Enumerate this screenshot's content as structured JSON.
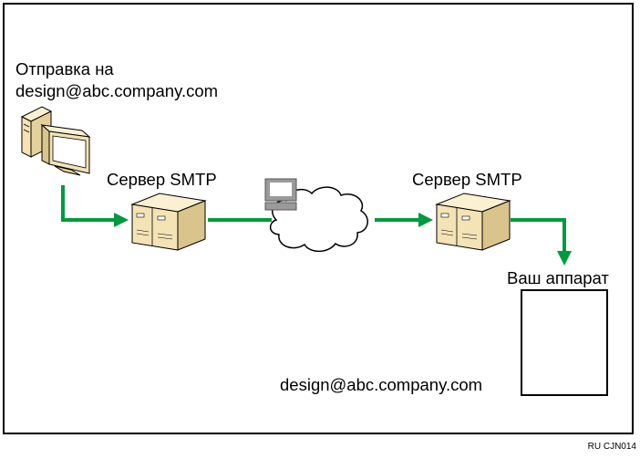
{
  "sender": {
    "line1": "Отправка на",
    "line2": "design@abc.company.com"
  },
  "smtp_left": {
    "label": "Сервер SMTP"
  },
  "smtp_right": {
    "label": "Сервер SMTP"
  },
  "device": {
    "label": "Ваш аппарат",
    "address": "design@abc.company.com"
  },
  "footer": {
    "code": "RU CJN014"
  },
  "colors": {
    "arrow": "#009a3e",
    "server_body": "#f3e3b5",
    "server_shade": "#d9c48c",
    "monitor_screen": "#ffffff",
    "monitor_body": "#f3e3b5",
    "terminal": "#9a9a9a"
  }
}
